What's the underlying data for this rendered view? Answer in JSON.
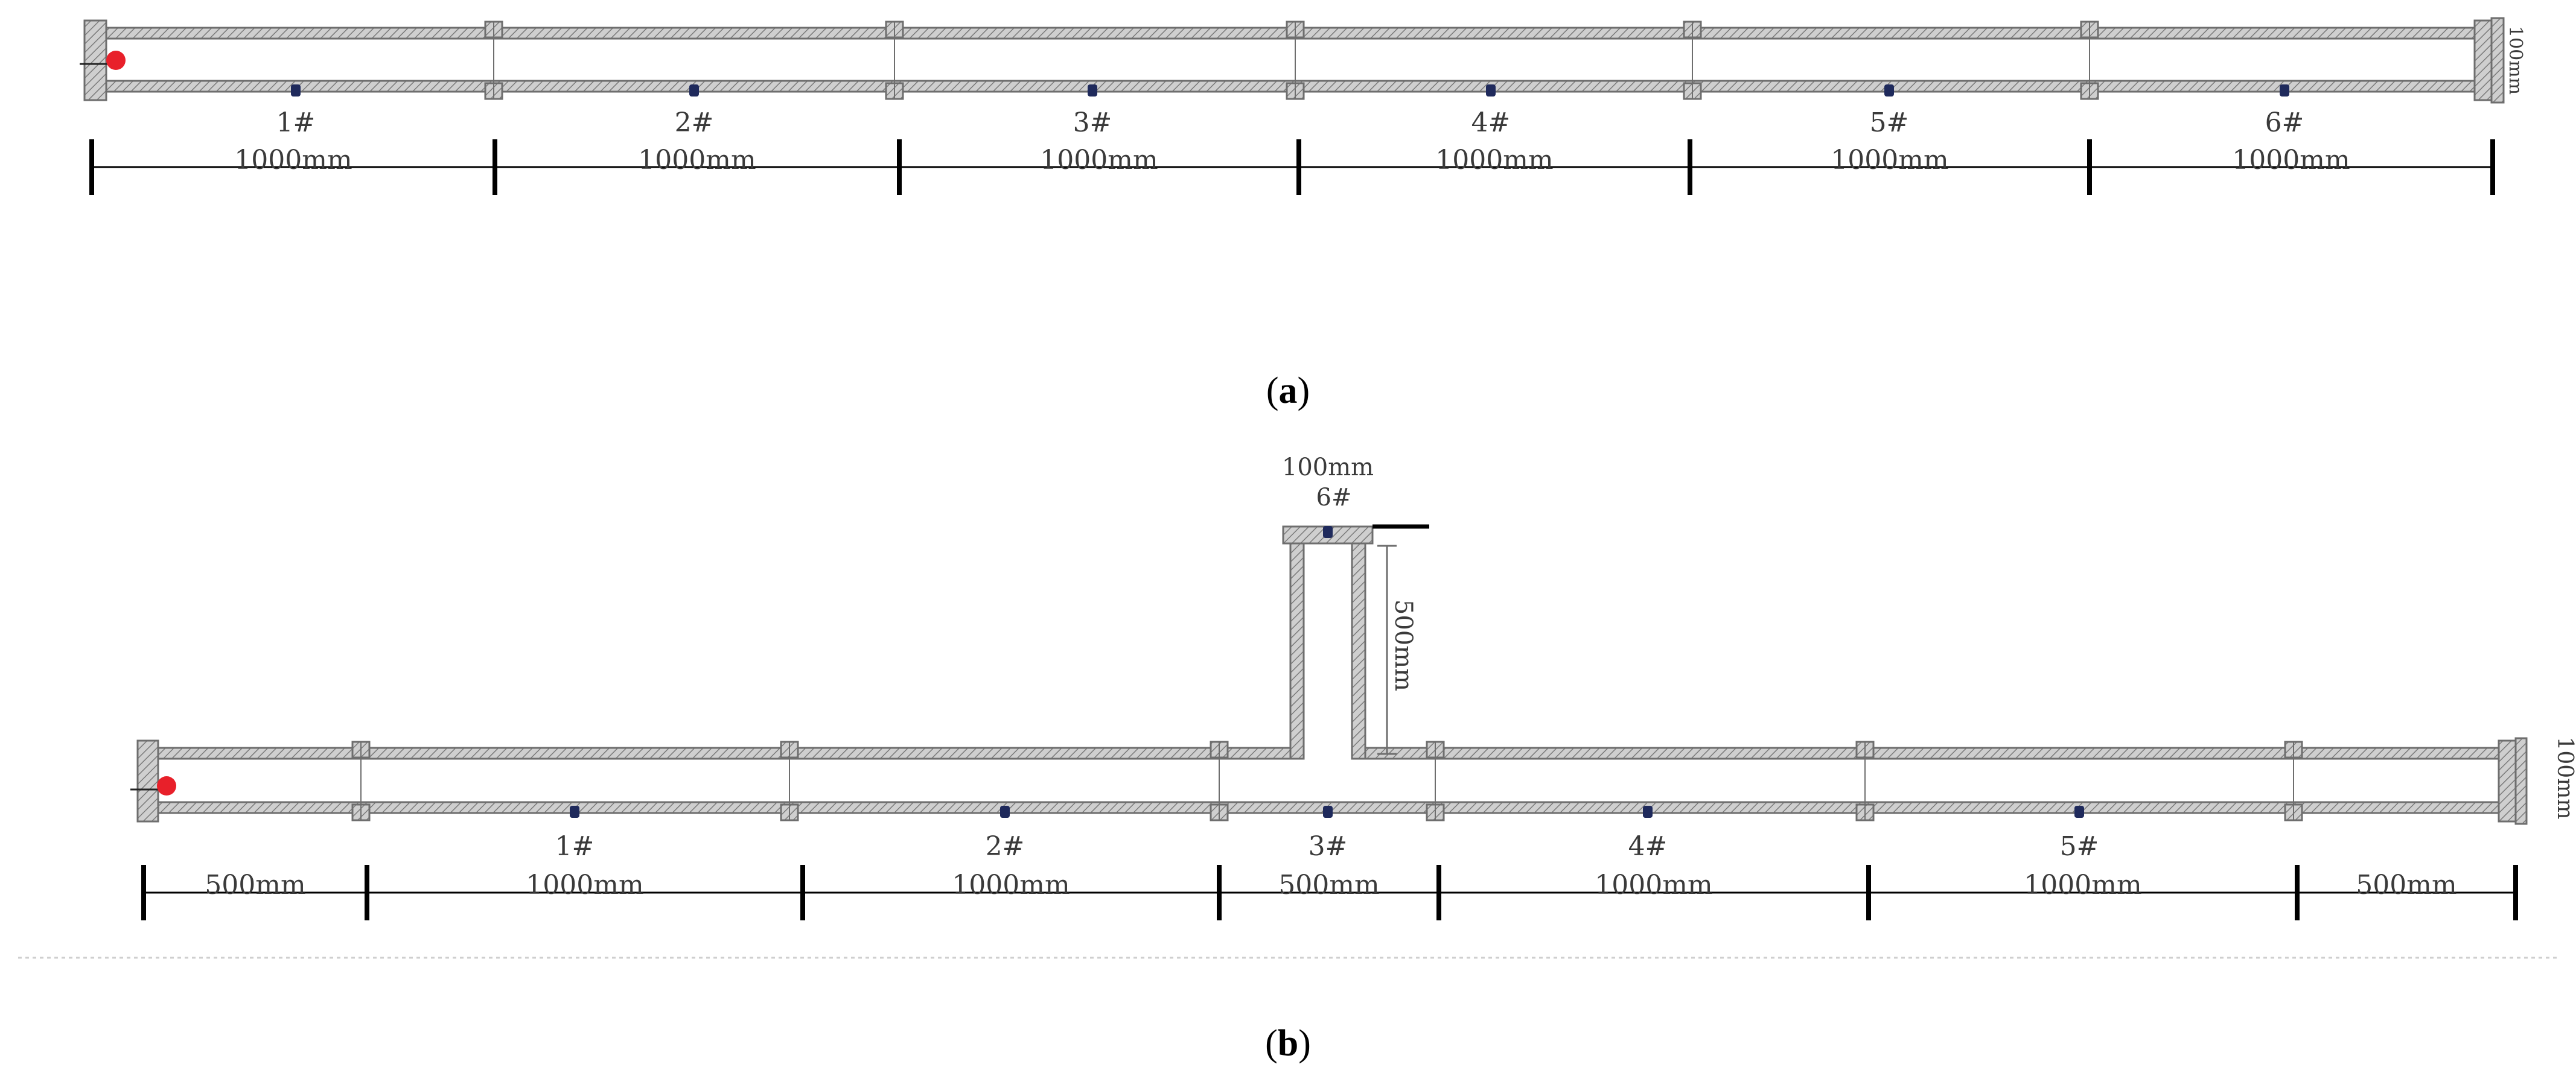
{
  "panel_a": {
    "caption_open": "(",
    "caption_letter": "a",
    "caption_close": ")",
    "height_label": "100mm",
    "sensors": [
      "1#",
      "2#",
      "3#",
      "4#",
      "5#",
      "6#"
    ],
    "segments": [
      "1000mm",
      "1000mm",
      "1000mm",
      "1000mm",
      "1000mm",
      "1000mm"
    ]
  },
  "panel_b": {
    "caption_open": "(",
    "caption_letter": "b",
    "caption_close": ")",
    "branch_width_label": "100mm",
    "branch_sensor": "6#",
    "branch_length_label": "500mm",
    "height_label": "100mm",
    "sensors": [
      "1#",
      "2#",
      "3#",
      "4#",
      "5#"
    ],
    "segments": [
      "500mm",
      "1000mm",
      "1000mm",
      "500mm",
      "1000mm",
      "1000mm",
      "500mm"
    ]
  },
  "colors": {
    "wall": "#6e6e6e",
    "hatch": "#9a9a9a",
    "ignition": "#e8202a",
    "sensor": "#1f2a5c",
    "dimension": "#000000"
  }
}
